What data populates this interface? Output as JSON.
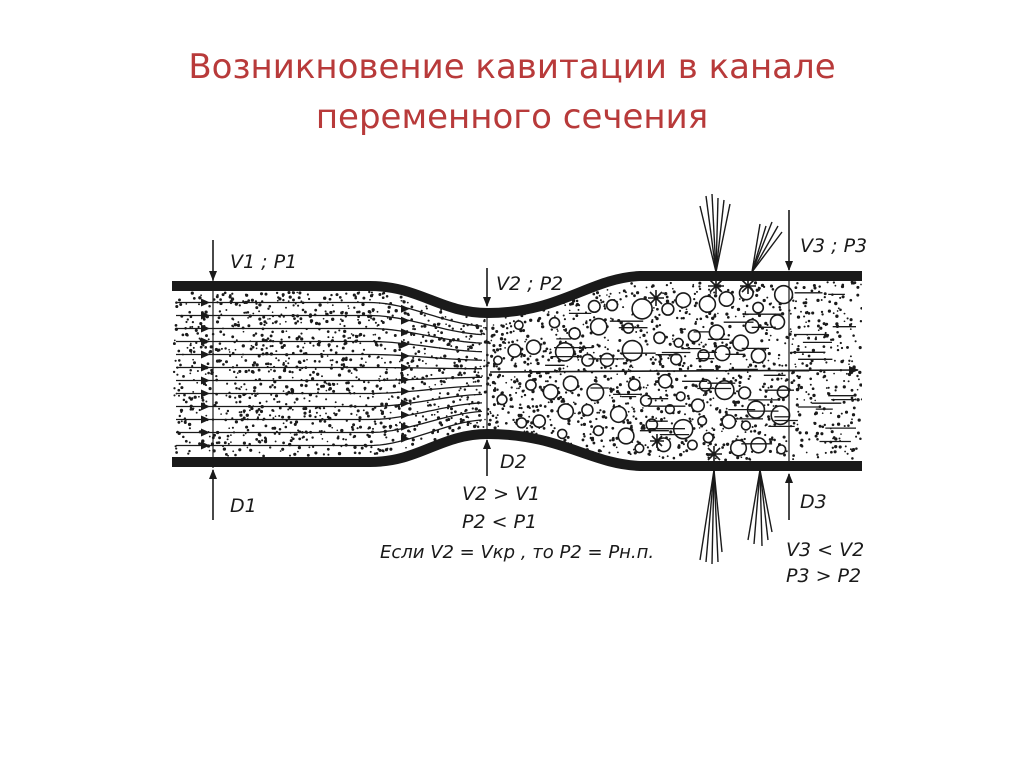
{
  "title": {
    "line1": "Возникновение кавитации в канале",
    "line2": "переменного сечения"
  },
  "labels": {
    "section1": "V1 ; P1",
    "section2": "V2 ; P2",
    "section3": "V3 ; P3",
    "diameter1": "D1",
    "diameter2": "D2",
    "diameter3": "D3",
    "cond1": "V2 > V1",
    "cond2": "P2 < P1",
    "cond3": "Если V2 = Vкр , то P2 = Pн.п.",
    "cond4": "V3 < V2",
    "cond5": "P3 > P2"
  },
  "colors": {
    "title": "#b83a3a",
    "ink": "#1a1a1a"
  }
}
